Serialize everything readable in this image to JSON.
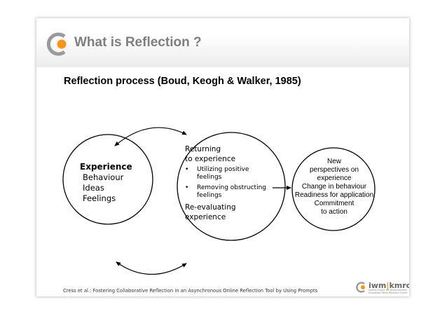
{
  "slide": {
    "title": "What is Reflection ?",
    "subtitle": "Reflection process (Boud, Keogh & Walker, 1985)"
  },
  "experience": {
    "heading": "Experience",
    "items": [
      "Behaviour",
      "Ideas",
      "Feelings"
    ]
  },
  "middle": {
    "returning_line1": "Returning",
    "returning_line2": "to experience",
    "bullets": [
      {
        "line1": "Utilizing positive",
        "line2": "feelings"
      },
      {
        "line1": "Removing obstructing",
        "line2": "feelings"
      }
    ],
    "bullet_symbol": "•",
    "reevaluating_line1": "Re-evaluating",
    "reevaluating_line2": "experience"
  },
  "outcomes": {
    "lines": [
      "New",
      "perspectives  on",
      "experience",
      "Change in behaviour",
      "Readiness for application",
      "Commitment",
      "to action"
    ]
  },
  "footer": {
    "citation": "Cress et al.: Fostering Collaborative Reflection in an Asynchronous Online Reflection Tool by Using Prompts"
  },
  "brand": {
    "left": "iwm",
    "separator": "|",
    "right": "kmrc",
    "tagline": "Leibniz-Institut für Wissensmedien Knowledge Media Research Center"
  },
  "colors": {
    "accent_orange": "#f7941d",
    "logo_gray": "#9a9a9a",
    "title_gray": "#7f7f7f"
  },
  "icons": {
    "logo": "c-ring-with-orange-dot-icon",
    "arrow": "curved-double-arrow-icon"
  }
}
